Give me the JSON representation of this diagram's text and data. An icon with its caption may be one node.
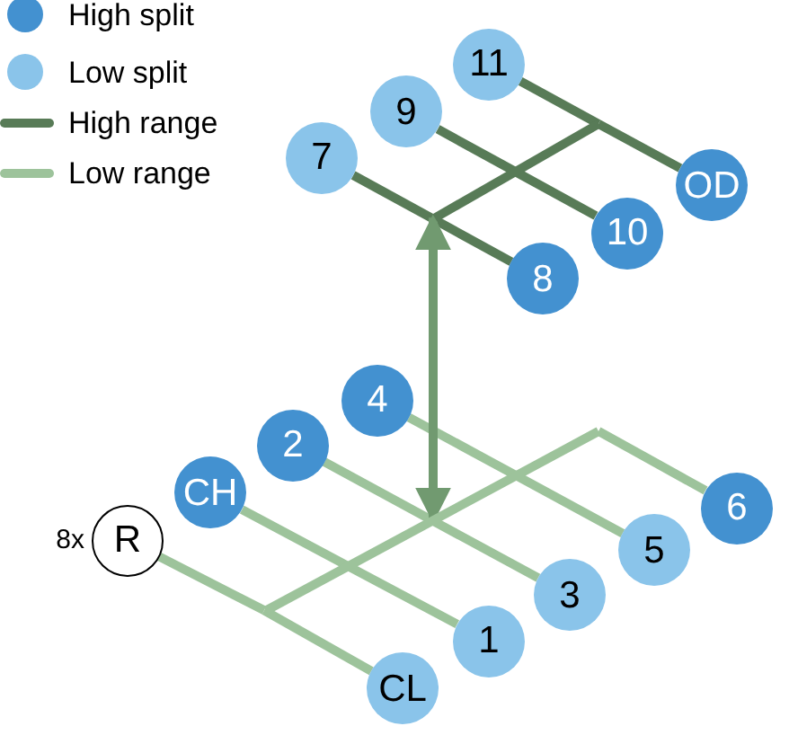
{
  "diagram": {
    "nodes": [
      {
        "text": [
          "11"
        ]
      },
      {
        "text": [
          "9"
        ]
      },
      {
        "text": [
          "7"
        ]
      },
      {
        "text": [
          "OD"
        ]
      },
      {
        "text": [
          "10"
        ]
      },
      {
        "text": [
          "8"
        ]
      },
      {
        "text": [],
        "shape": "bar"
      },
      {
        "text": [
          "4"
        ]
      },
      {
        "text": [
          "2"
        ]
      },
      {
        "text": [
          "CH"
        ]
      },
      {
        "text": [
          "R"
        ],
        "beside": [
          "8x"
        ]
      },
      {
        "text": [],
        "shape": "bar"
      },
      {
        "text": [
          "6"
        ]
      },
      {
        "text": [
          "5"
        ]
      },
      {
        "text": [
          "3"
        ]
      },
      {
        "text": [
          "1"
        ]
      },
      {
        "text": [
          "CL"
        ]
      }
    ],
    "edges": [
      {
        "from": 6,
        "to": 2,
        "arrow": "none",
        "color": "#587b57"
      },
      {
        "from": 6,
        "to": 5,
        "arrow": "none",
        "color": "#587b57"
      },
      {
        "from": 6,
        "to": 1,
        "arrow": "none",
        "color": "#587b57"
      },
      {
        "from": 6,
        "to": 4,
        "arrow": "none",
        "color": "#587b57"
      },
      {
        "from": 6,
        "to": 0,
        "arrow": "none",
        "color": "#587b57"
      },
      {
        "from": 6,
        "to": 3,
        "arrow": "none",
        "color": "#587b57"
      },
      {
        "from": 11,
        "to": 10,
        "arrow": "none"
      },
      {
        "from": 11,
        "to": 16,
        "arrow": "none"
      },
      {
        "from": 11,
        "to": 9,
        "arrow": "none"
      },
      {
        "from": 11,
        "to": 15,
        "arrow": "none"
      },
      {
        "from": 11,
        "to": 8,
        "arrow": "none"
      },
      {
        "from": 11,
        "to": 14,
        "arrow": "none"
      },
      {
        "from": 11,
        "to": 7,
        "arrow": "none"
      },
      {
        "from": 11,
        "to": 13,
        "arrow": "none"
      },
      {
        "from": 11,
        "to": 12,
        "arrow": "none"
      },
      {
        "from": 11,
        "to": 6,
        "arrow": "both",
        "color": "#719a70"
      }
    ],
    "legend": [
      {
        "text": "High split",
        "color": "#4391d0"
      },
      {
        "text": "Low split",
        "color": "#8ac4ea"
      },
      {
        "text": "High range"
      },
      {
        "text": "Low range"
      }
    ]
  }
}
